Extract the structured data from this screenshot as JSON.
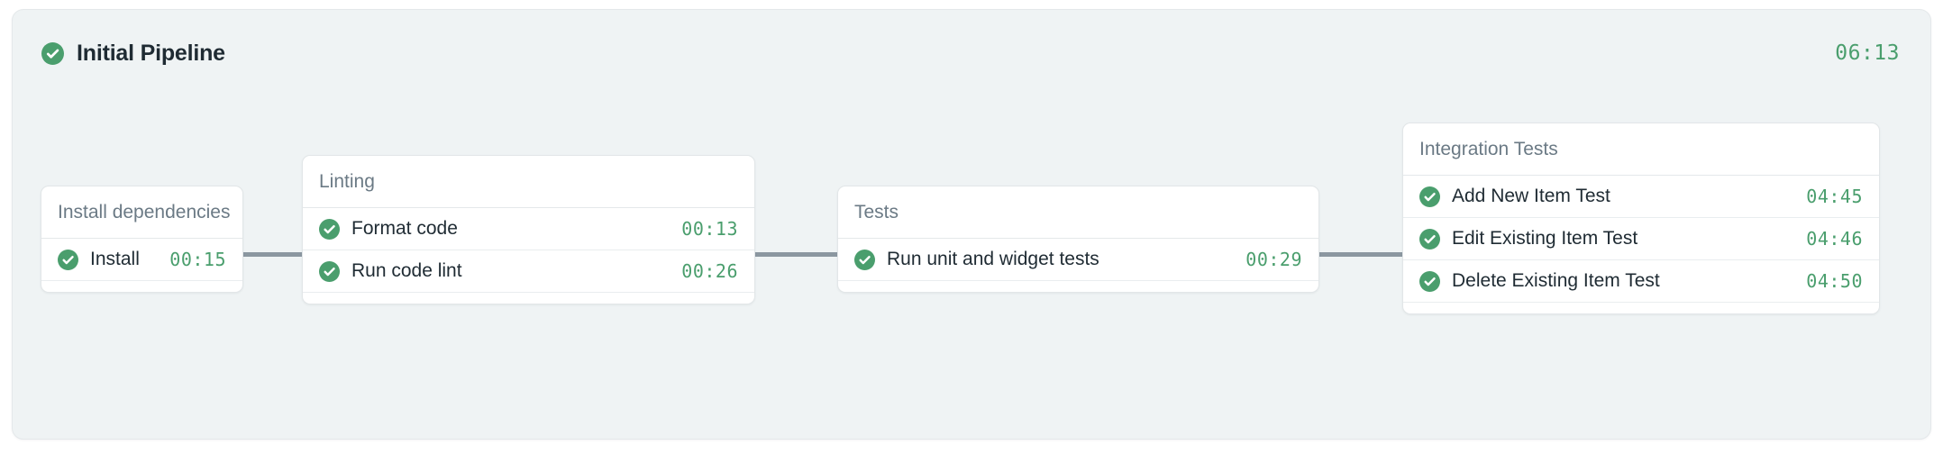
{
  "pipeline": {
    "title": "Initial Pipeline",
    "status_icon": "check-circle-icon",
    "duration": "06:13",
    "accent_color": "#4a9e6d",
    "panel_background": "#eff3f4",
    "connector_color": "#8b97a0"
  },
  "stages": [
    {
      "name": "Install dependencies",
      "jobs": [
        {
          "name": "Install",
          "duration": "00:15",
          "status_icon": "check-circle-icon"
        }
      ]
    },
    {
      "name": "Linting",
      "jobs": [
        {
          "name": "Format code",
          "duration": "00:13",
          "status_icon": "check-circle-icon"
        },
        {
          "name": "Run code lint",
          "duration": "00:26",
          "status_icon": "check-circle-icon"
        }
      ]
    },
    {
      "name": "Tests",
      "jobs": [
        {
          "name": "Run unit and widget tests",
          "duration": "00:29",
          "status_icon": "check-circle-icon"
        }
      ]
    },
    {
      "name": "Integration Tests",
      "jobs": [
        {
          "name": "Add New Item Test",
          "duration": "04:45",
          "status_icon": "check-circle-icon"
        },
        {
          "name": "Edit Existing Item Test",
          "duration": "04:46",
          "status_icon": "check-circle-icon"
        },
        {
          "name": "Delete Existing Item Test",
          "duration": "04:50",
          "status_icon": "check-circle-icon"
        }
      ]
    }
  ]
}
